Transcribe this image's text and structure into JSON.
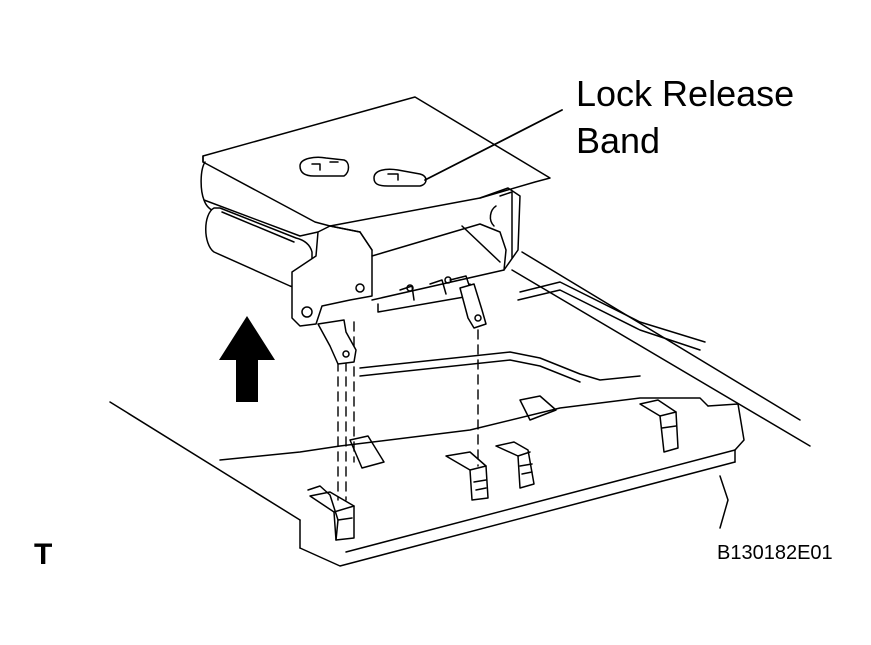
{
  "callout": {
    "line1": "Lock Release",
    "line2": "Band"
  },
  "view_letter": "T",
  "figure_id": "B130182E01",
  "icons": {
    "direction_arrow": "up-arrow-icon"
  },
  "colors": {
    "ink": "#000000",
    "paper": "#ffffff"
  }
}
